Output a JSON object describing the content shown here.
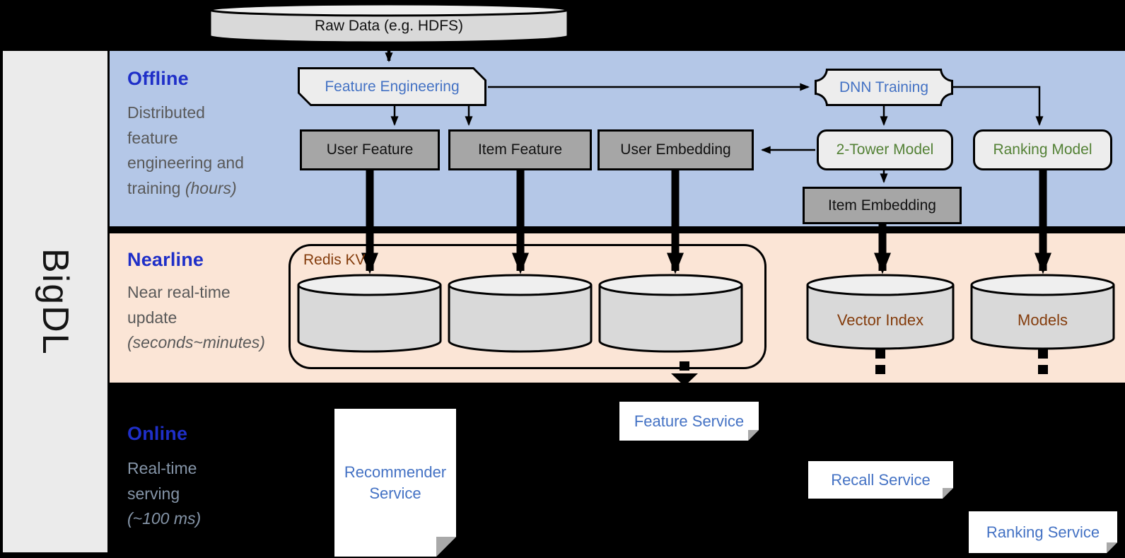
{
  "sidebar": {
    "brand": "BigDL"
  },
  "sections": {
    "offline": {
      "title": "Offline",
      "description": "Distributed feature engineering and training",
      "description_italic": "(hours)"
    },
    "nearline": {
      "title": "Nearline",
      "description": "Near real-time update",
      "description_italic": "(seconds~minutes)"
    },
    "online": {
      "title": "Online",
      "description": "Real-time serving",
      "description_italic": "(~100 ms)"
    }
  },
  "nodes": {
    "raw_data": {
      "label": "Raw Data (e.g. HDFS)"
    },
    "feature_engineering": {
      "label": "Feature Engineering"
    },
    "dnn_training": {
      "label": "DNN Training"
    },
    "user_feature": {
      "label": "User Feature"
    },
    "item_feature": {
      "label": "Item Feature"
    },
    "user_embedding": {
      "label": "User Embedding"
    },
    "two_tower_model": {
      "label": "2-Tower Model"
    },
    "ranking_model": {
      "label": "Ranking Model"
    },
    "item_embedding": {
      "label": "Item Embedding"
    },
    "redis_kv": {
      "label": "Redis KV"
    },
    "vector_index": {
      "label": "Vector Index"
    },
    "models": {
      "label": "Models"
    },
    "recommender_service": {
      "label": "Recommender Service"
    },
    "feature_service": {
      "label": "Feature Service"
    },
    "recall_service": {
      "label": "Recall Service"
    },
    "ranking_service": {
      "label": "Ranking Service"
    }
  },
  "colors": {
    "background": "#000000",
    "sidebar_bg": "#EBEBEB",
    "offline_band": "#B4C7E7",
    "nearline_band": "#FBE5D6",
    "heading_blue": "#1F2FC8",
    "box_text_blue": "#4472C4",
    "service_text_blue": "#4472C4",
    "model_text_green": "#538135",
    "storage_text_brown": "#843C0C",
    "gray_box": "#A6A6A6",
    "light_box": "#EDEDED",
    "cylinder_body": "#D9D9D9",
    "cylinder_top": "#EFEFEF",
    "muted_text": "#595959",
    "online_muted_text": "#8595A8"
  }
}
